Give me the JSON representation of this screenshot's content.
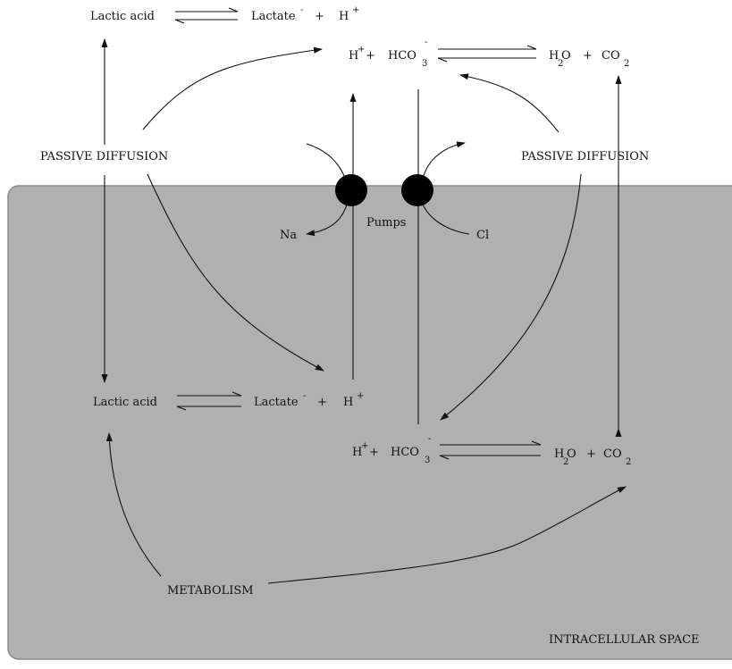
{
  "colors": {
    "intracellular_fill": "#b0b0b0",
    "intracellular_stroke": "#8a8a8a",
    "pump_fill": "#000000",
    "ink": "#111111"
  },
  "extracellular": {
    "lactic_acid": "Lactic acid",
    "lactate": "Lactate",
    "lactate_charge": "-",
    "plus_1": "+",
    "h": "H",
    "h_charge": "+",
    "bic_h": "H",
    "bic_h_charge": "+",
    "bic_plus": "+",
    "hco": "HCO",
    "hco_sub": "3",
    "hco_charge": "-",
    "water_h": "H",
    "water_sub": "2",
    "water_o": "O",
    "plus_2": "+",
    "co": "CO",
    "co_sub": "2"
  },
  "intracellular": {
    "lactic_acid": "Lactic acid",
    "lactate": "Lactate",
    "lactate_charge": "-",
    "plus_1": "+",
    "h": "H",
    "h_charge": "+",
    "bic_h": "H",
    "bic_h_charge": "+",
    "bic_plus": "+",
    "hco": "HCO",
    "hco_sub": "3",
    "hco_charge": "-",
    "water_h": "H",
    "water_sub": "2",
    "water_o": "O",
    "plus_2": "+",
    "co": "CO",
    "co_sub": "2"
  },
  "labels": {
    "passive_diffusion_left": "PASSIVE DIFFUSION",
    "passive_diffusion_right": "PASSIVE DIFFUSION",
    "pumps": "Pumps",
    "na": "Na",
    "cl": "Cl",
    "metabolism": "METABOLISM",
    "intracellular_space": "INTRACELLULAR SPACE"
  }
}
